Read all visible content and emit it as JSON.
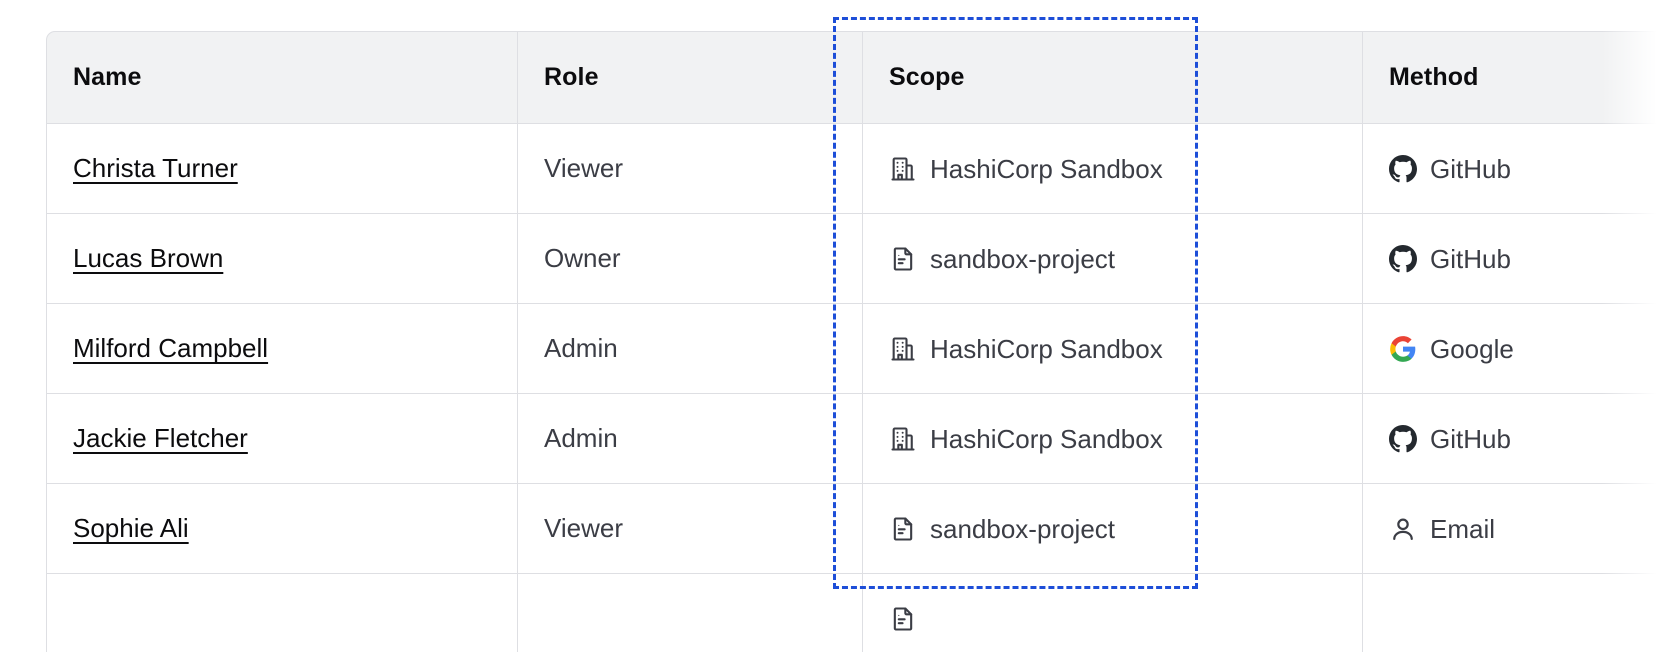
{
  "table": {
    "columns": [
      {
        "key": "name",
        "label": "Name"
      },
      {
        "key": "role",
        "label": "Role"
      },
      {
        "key": "scope",
        "label": "Scope"
      },
      {
        "key": "method",
        "label": "Method"
      }
    ],
    "rows": [
      {
        "name": "Christa Turner",
        "role": "Viewer",
        "scope": "HashiCorp Sandbox",
        "scope_icon": "organization-building-icon",
        "method": "GitHub",
        "method_icon": "github-icon"
      },
      {
        "name": "Lucas Brown",
        "role": "Owner",
        "scope": "sandbox-project",
        "scope_icon": "project-document-icon",
        "method": "GitHub",
        "method_icon": "github-icon"
      },
      {
        "name": "Milford Campbell",
        "role": "Admin",
        "scope": "HashiCorp Sandbox",
        "scope_icon": "organization-building-icon",
        "method": "Google",
        "method_icon": "google-icon"
      },
      {
        "name": "Jackie Fletcher",
        "role": "Admin",
        "scope": "HashiCorp Sandbox",
        "scope_icon": "organization-building-icon",
        "method": "GitHub",
        "method_icon": "github-icon"
      },
      {
        "name": "Sophie Ali",
        "role": "Viewer",
        "scope": "sandbox-project",
        "scope_icon": "project-document-icon",
        "method": "Email",
        "method_icon": "user-person-icon"
      },
      {
        "name": "",
        "role": "",
        "scope": "",
        "scope_icon": "project-document-icon",
        "method": "",
        "method_icon": ""
      }
    ]
  },
  "highlight": {
    "target_column": "Scope",
    "style": "dashed",
    "color": "#1d4ed8"
  },
  "colors": {
    "header_bg": "#f1f2f3",
    "border": "#dedfe3",
    "heading_text": "#0c0c0e",
    "body_text": "#3b3d45",
    "link_text": "#0c0c0e",
    "highlight": "#1d4ed8",
    "github": "#24292f",
    "google_blue": "#4285f4",
    "google_red": "#ea4335",
    "google_yellow": "#fbbc05",
    "google_green": "#34a853"
  }
}
